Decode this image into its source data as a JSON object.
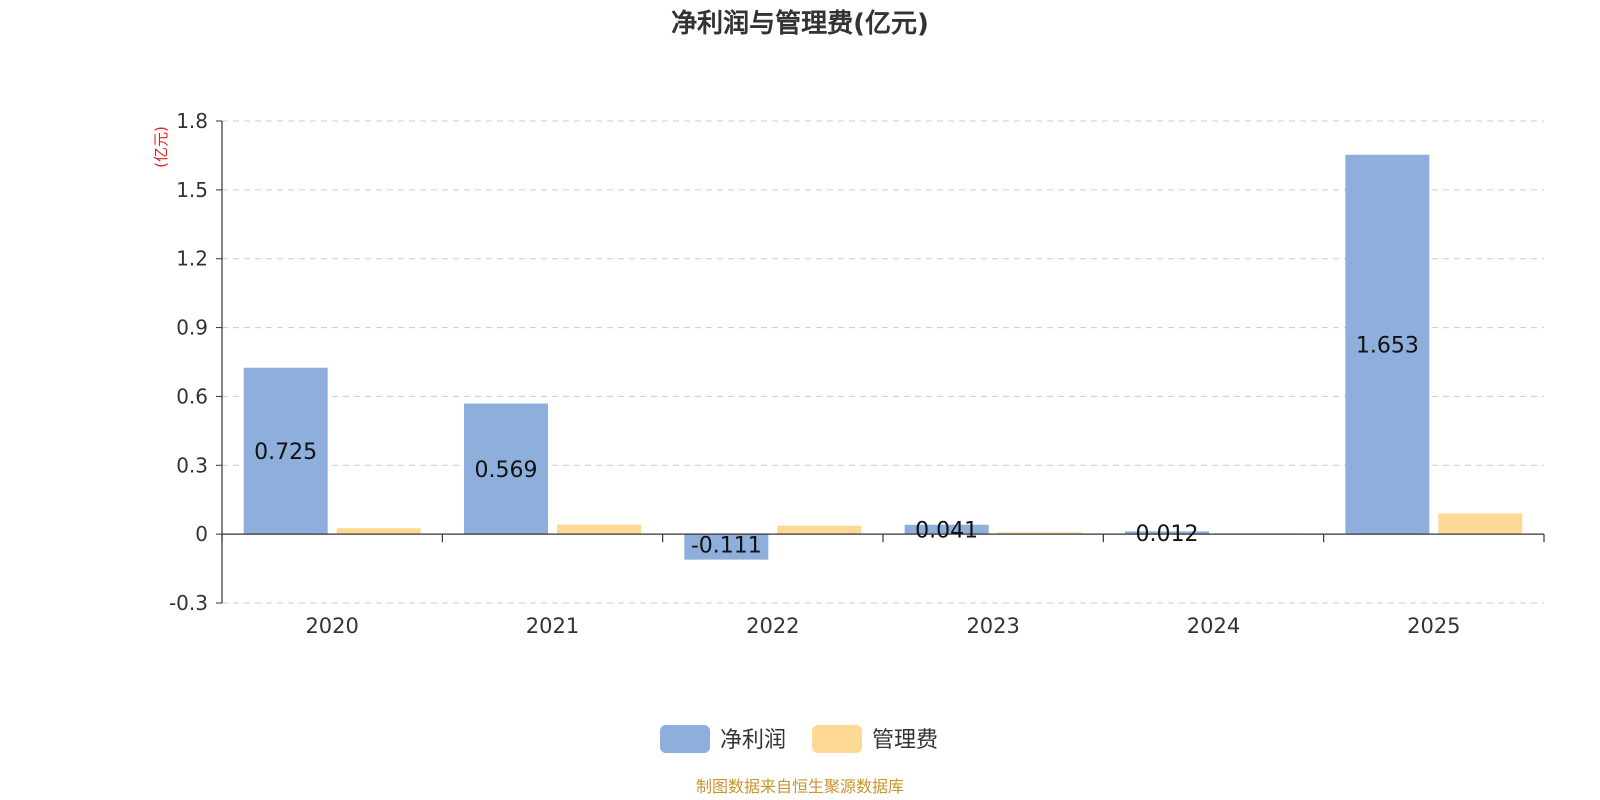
{
  "chart_data": {
    "type": "bar",
    "title": "净利润与管理费(亿元)",
    "y_unit_label": "(亿元)",
    "categories": [
      "2020",
      "2021",
      "2022",
      "2023",
      "2024",
      "2025"
    ],
    "series": [
      {
        "name": "净利润",
        "color": "#8eaedb",
        "values": [
          0.725,
          0.569,
          -0.111,
          0.041,
          0.012,
          1.653
        ],
        "data_labels": [
          "0.725",
          "0.569",
          "-0.111",
          "0.041",
          "0.012",
          "1.653"
        ]
      },
      {
        "name": "管理费",
        "color": "#fdd995",
        "values": [
          0.026,
          0.042,
          0.037,
          0.008,
          0.004,
          0.09
        ]
      }
    ],
    "ylim": [
      -0.3,
      1.8
    ],
    "yticks": [
      -0.3,
      0,
      0.3,
      0.6,
      0.9,
      1.2,
      1.5,
      1.8
    ],
    "ytick_labels": [
      "-0.3",
      "0",
      "0.3",
      "0.6",
      "0.9",
      "1.2",
      "1.5",
      "1.8"
    ],
    "grid": true,
    "legend_position": "bottom-center",
    "source_note": "制图数据来自恒生聚源数据库",
    "colors": {
      "unit_label": "#e02020",
      "source_note": "#c8962d",
      "grid": "#cccccc",
      "axis": "#333333",
      "text": "#333333"
    }
  }
}
